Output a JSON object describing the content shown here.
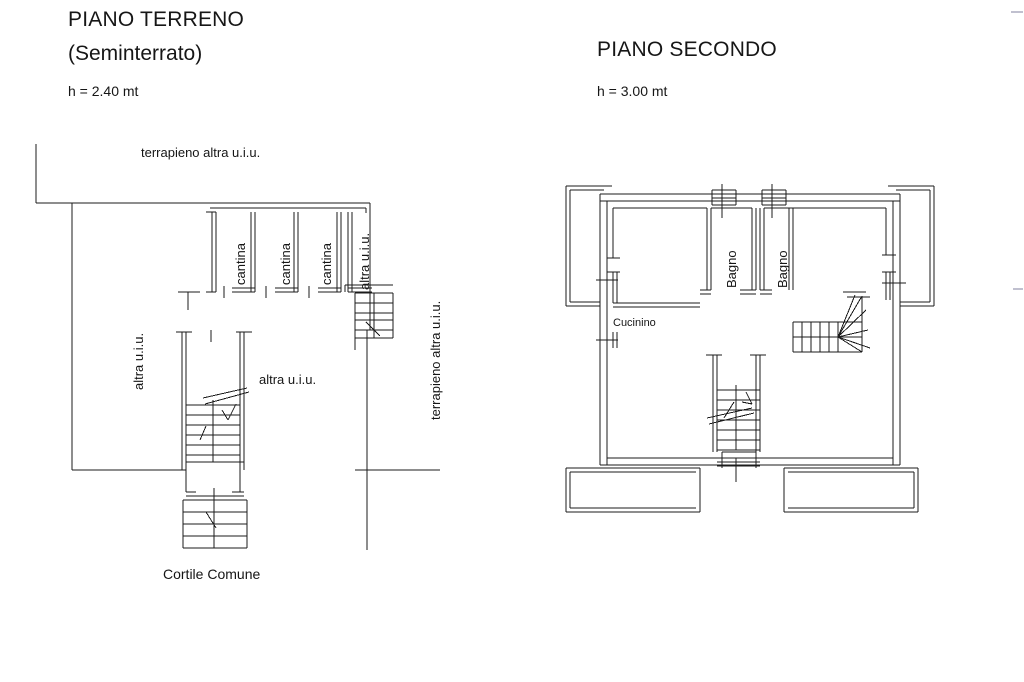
{
  "document": {
    "kind": "architectural-floor-plan",
    "language": "it"
  },
  "plans": [
    {
      "id": "piano-terreno",
      "title": "PIANO TERRENO",
      "subtitle": "(Seminterrato)",
      "height_note": "h = 2.40 mt",
      "labels": {
        "top_terrapieno": "terrapieno altra u.i.u.",
        "left_altra": "altra u.i.u.",
        "right_terrapieno": "terrapieno altra u.i.u.",
        "center_altra": "altra u.i.u.",
        "cantina_1": "cantina",
        "cantina_2": "cantina",
        "cantina_3": "cantina",
        "altra_uiu_vertical": "altra u.i.u.",
        "bottom_cortile": "Cortile Comune"
      }
    },
    {
      "id": "piano-secondo",
      "title": "PIANO SECONDO",
      "subtitle": "",
      "height_note": "h = 3.00 mt",
      "labels": {
        "bagno_1": "Bagno",
        "bagno_2": "Bagno",
        "cucinino": "Cucinino"
      }
    }
  ],
  "colors": {
    "background": "#ffffff",
    "line": "#1b1b1b",
    "line_light": "#5c5c5c",
    "text": "#161616",
    "edge_mark": "#8d8da8"
  }
}
